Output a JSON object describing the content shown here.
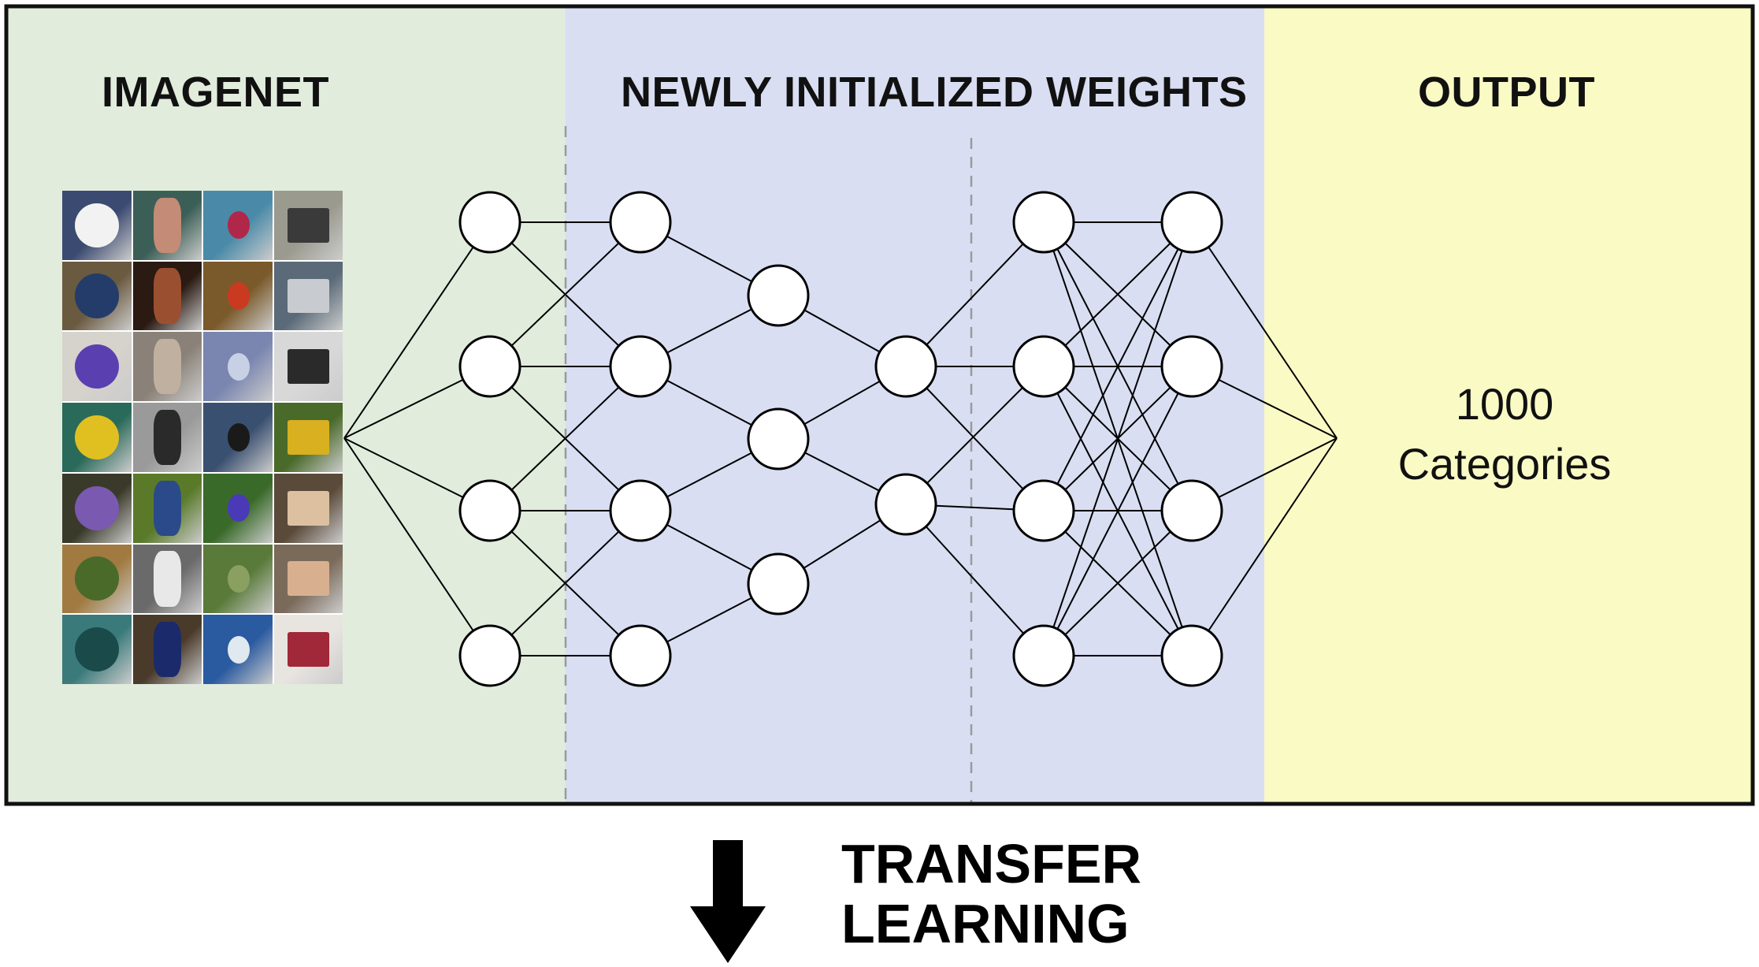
{
  "panels": {
    "imagenet": {
      "title": "IMAGENET",
      "background": "#e1ecdd"
    },
    "weights": {
      "title": "NEWLY INITIALIZED WEIGHTS",
      "background": "#d9def2"
    },
    "output": {
      "title": "OUTPUT",
      "background": "#fafac5",
      "count": "1000",
      "unit": "Categories"
    }
  },
  "transfer": {
    "line1": "TRANSFER",
    "line2": "LEARNING"
  },
  "network": {
    "layers": [
      4,
      4,
      3,
      2,
      4,
      4
    ],
    "node_fill": "#ffffff",
    "node_stroke": "#000000"
  },
  "image_grid": {
    "columns": 4,
    "rows": 7,
    "tiles": [
      {
        "bg": "#3a4a70",
        "shape": "#f2f2f2"
      },
      {
        "bg": "#3b5f56",
        "shape": "#c48b76"
      },
      {
        "bg": "#4a8aa8",
        "shape": "#b0274a"
      },
      {
        "bg": "#9a9a8e",
        "shape": "#3a3a3a"
      },
      {
        "bg": "#6a5a40",
        "shape": "#233c6a"
      },
      {
        "bg": "#2a1a12",
        "shape": "#9a5030"
      },
      {
        "bg": "#7a5a2a",
        "shape": "#c93a20"
      },
      {
        "bg": "#5a6a78",
        "shape": "#c8ccd0"
      },
      {
        "bg": "#d6d2cc",
        "shape": "#5a3fb0"
      },
      {
        "bg": "#8a8278",
        "shape": "#c0b0a0"
      },
      {
        "bg": "#7a86b0",
        "shape": "#c8d0e6"
      },
      {
        "bg": "#d8d8d8",
        "shape": "#2a2a2a"
      },
      {
        "bg": "#2a6a5a",
        "shape": "#e0c020"
      },
      {
        "bg": "#9a9a9a",
        "shape": "#2a2a2a"
      },
      {
        "bg": "#3a5070",
        "shape": "#1a1a1a"
      },
      {
        "bg": "#4a6a2a",
        "shape": "#d8b020"
      },
      {
        "bg": "#3a3a2a",
        "shape": "#7a5ab0"
      },
      {
        "bg": "#5a7a2a",
        "shape": "#2a4a8a"
      },
      {
        "bg": "#3a6a2a",
        "shape": "#4a3ab8"
      },
      {
        "bg": "#5a4a3a",
        "shape": "#dcc0a0"
      },
      {
        "bg": "#a07a40",
        "shape": "#4a6a2a"
      },
      {
        "bg": "#6a6a6a",
        "shape": "#e8e8e8"
      },
      {
        "bg": "#5a7a3a",
        "shape": "#8aa060"
      },
      {
        "bg": "#7a6a5a",
        "shape": "#d8b090"
      },
      {
        "bg": "#3a7a7a",
        "shape": "#1a4a4a"
      },
      {
        "bg": "#4a3a2a",
        "shape": "#1a2a6a"
      },
      {
        "bg": "#2a5aa0",
        "shape": "#e0e8f0"
      },
      {
        "bg": "#e8e4e0",
        "shape": "#a02838"
      }
    ]
  }
}
